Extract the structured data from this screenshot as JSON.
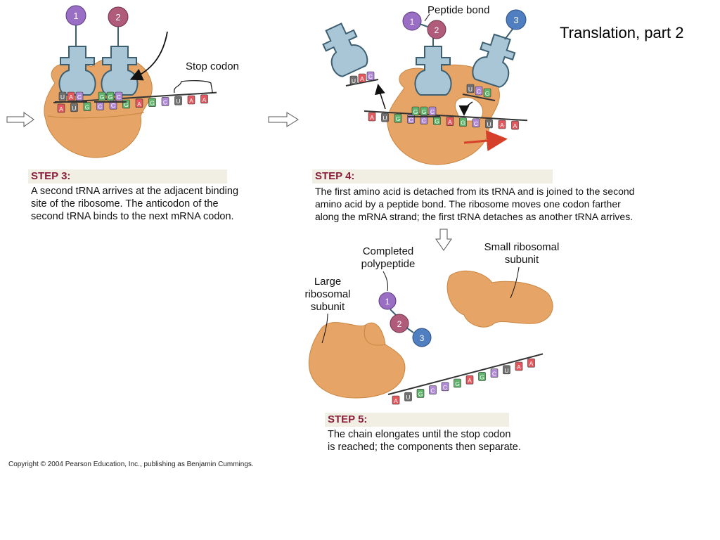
{
  "title": "Translation, part 2",
  "labels": {
    "stop_codon": "Stop codon",
    "peptide_bond": "Peptide bond",
    "completed_polypeptide_1": "Completed",
    "completed_polypeptide_2": "polypeptide",
    "large_subunit_1": "Large",
    "large_subunit_2": "ribosomal",
    "large_subunit_3": "subunit",
    "small_subunit_1": "Small ribosomal",
    "small_subunit_2": "subunit"
  },
  "amino_acids": [
    "1",
    "2",
    "3"
  ],
  "mrna": {
    "step3": [
      "A",
      "U",
      "G",
      "C",
      "C",
      "G",
      "A",
      "G",
      "C",
      "U",
      "A",
      "A"
    ],
    "step4": [
      "A",
      "U",
      "G",
      "C",
      "C",
      "G",
      "A",
      "G",
      "C",
      "U",
      "A",
      "A"
    ],
    "step5": [
      "A",
      "U",
      "G",
      "C",
      "C",
      "G",
      "A",
      "G",
      "C",
      "U",
      "A",
      "A"
    ]
  },
  "anticodons": {
    "t1": [
      "U",
      "A",
      "C"
    ],
    "t2": [
      "G",
      "G",
      "C"
    ],
    "t3": [
      "U",
      "C",
      "G"
    ]
  },
  "steps": [
    {
      "heading": "STEP 3:",
      "lines": [
        "A second tRNA arrives at the adjacent binding",
        "site of the ribosome. The anticodon of the",
        "second tRNA binds to the next mRNA codon."
      ]
    },
    {
      "heading": "STEP 4:",
      "lines": [
        "The first amino acid is detached from its tRNA and is joined to the second",
        "amino acid by a peptide bond. The ribosome moves one codon farther",
        "along the mRNA strand; the first tRNA detaches as another tRNA arrives."
      ]
    },
    {
      "heading": "STEP 5:",
      "lines": [
        "The chain elongates until the stop codon",
        "is reached; the components then separate."
      ]
    }
  ],
  "copyright": "Copyright © 2004 Pearson Education, Inc., publishing as Benjamin Cummings.",
  "colors": {
    "ribosome": "#e6a566",
    "ribosome_shade": "#d18a47",
    "trna": "#a9c6d6",
    "trna_edge": "#3d5f72",
    "aa1": "#9a6ec4",
    "aa2": "#b05b79",
    "aa3": "#4f7fc1",
    "base_A": "#e3575d",
    "base_U": "#707070",
    "base_G": "#5fb36b",
    "base_C": "#b18ad6",
    "step_heading": "#8a1f3d"
  }
}
